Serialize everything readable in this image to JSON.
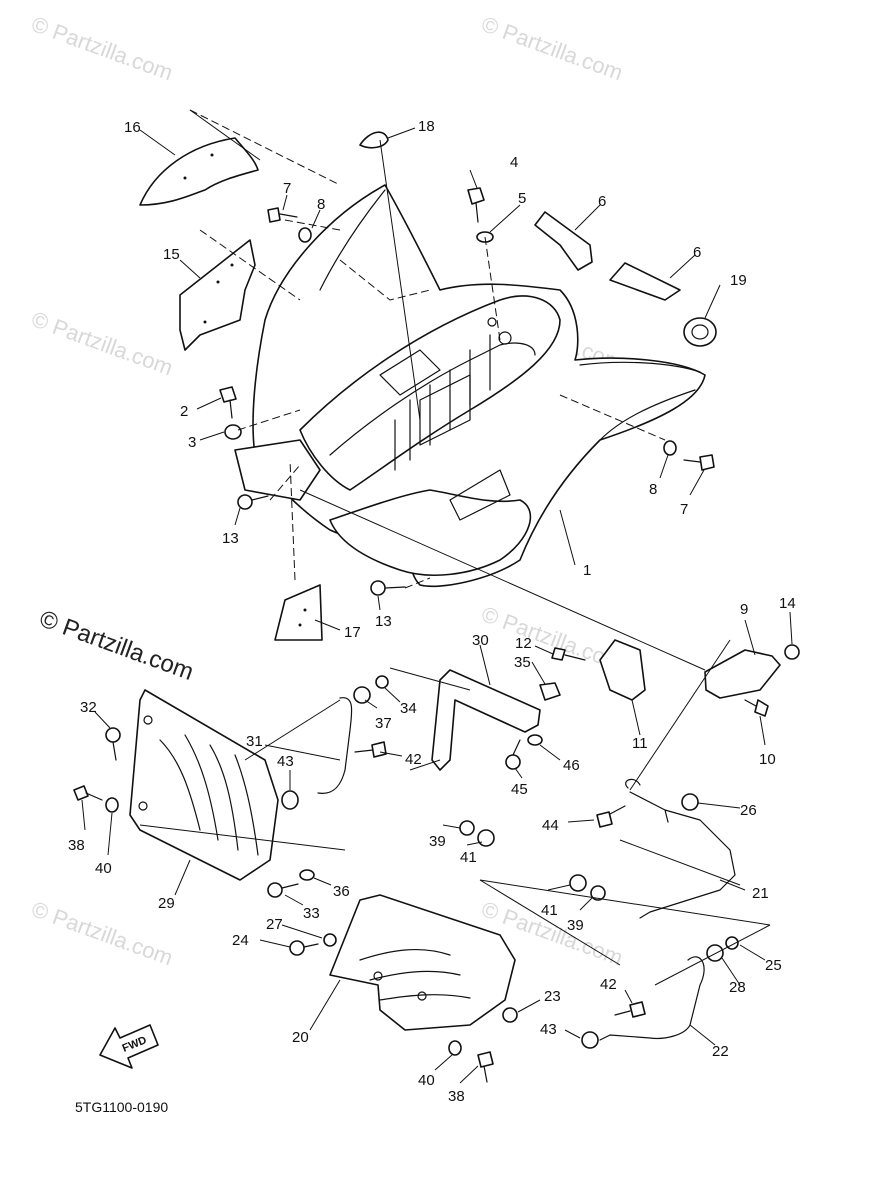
{
  "diagram": {
    "drawing_code": "5TG1100-0190",
    "fwd_label": "FWD",
    "watermark": "© Partzilla.com",
    "callouts": [
      "1",
      "2",
      "3",
      "4",
      "5",
      "6",
      "6",
      "7",
      "7",
      "8",
      "8",
      "9",
      "10",
      "11",
      "12",
      "13",
      "13",
      "14",
      "15",
      "16",
      "17",
      "18",
      "19",
      "20",
      "21",
      "22",
      "23",
      "24",
      "25",
      "26",
      "27",
      "28",
      "29",
      "30",
      "31",
      "32",
      "33",
      "34",
      "35",
      "36",
      "37",
      "38",
      "38",
      "39",
      "39",
      "40",
      "40",
      "41",
      "41",
      "42",
      "42",
      "43",
      "43",
      "44",
      "45",
      "46"
    ]
  }
}
